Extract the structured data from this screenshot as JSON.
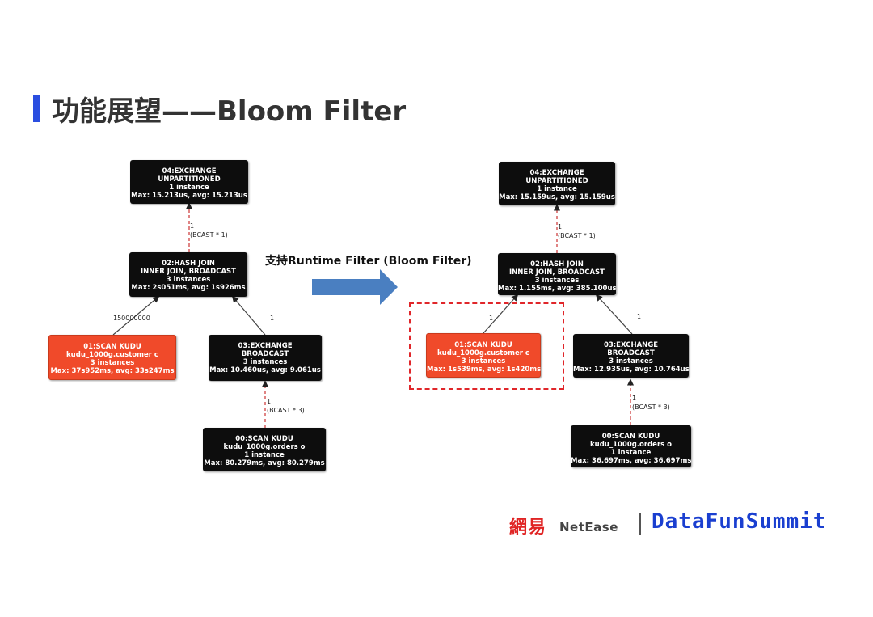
{
  "title": "功能展望——Bloom Filter",
  "caption": "支持Runtime Filter (Bloom Filter)",
  "colors": {
    "accent_bar": "#2b4ee0",
    "scan_node": "#f04a2a",
    "node": "#0d0d0d",
    "arrow": "#4a7fc1",
    "highlight": "#e0262a"
  },
  "left_plan": {
    "exchange_top": [
      "04:EXCHANGE",
      "UNPARTITIONED",
      "1 instance",
      "Max: 15.213us, avg: 15.213us"
    ],
    "edge_top_label": [
      "1",
      "(BCAST * 1)"
    ],
    "hash_join": [
      "02:HASH JOIN",
      "INNER JOIN, BROADCAST",
      "3 instances",
      "Max: 2s051ms, avg: 1s926ms"
    ],
    "edge_left_label": "150000000",
    "edge_right_label": "1",
    "scan_customer": [
      "01:SCAN KUDU",
      "kudu_1000g.customer c",
      "3 instances",
      "Max: 37s952ms, avg: 33s247ms"
    ],
    "exchange_bcast": [
      "03:EXCHANGE",
      "BROADCAST",
      "3 instances",
      "Max: 10.460us, avg: 9.061us"
    ],
    "edge_bottom_label": [
      "1",
      "(BCAST * 3)"
    ],
    "scan_orders": [
      "00:SCAN KUDU",
      "kudu_1000g.orders o",
      "1 instance",
      "Max: 80.279ms, avg: 80.279ms"
    ]
  },
  "right_plan": {
    "exchange_top": [
      "04:EXCHANGE",
      "UNPARTITIONED",
      "1 instance",
      "Max: 15.159us, avg: 15.159us"
    ],
    "edge_top_label": [
      "1",
      "(BCAST * 1)"
    ],
    "hash_join": [
      "02:HASH JOIN",
      "INNER JOIN, BROADCAST",
      "3 instances",
      "Max: 1.155ms, avg: 385.100us"
    ],
    "edge_left_label": "1",
    "edge_right_label": "1",
    "scan_customer": [
      "01:SCAN KUDU",
      "kudu_1000g.customer c",
      "3 instances",
      "Max: 1s539ms, avg: 1s420ms"
    ],
    "exchange_bcast": [
      "03:EXCHANGE",
      "BROADCAST",
      "3 instances",
      "Max: 12.935us, avg: 10.764us"
    ],
    "edge_bottom_label": [
      "1",
      "(BCAST * 3)"
    ],
    "scan_orders": [
      "00:SCAN KUDU",
      "kudu_1000g.orders o",
      "1 instance",
      "Max: 36.697ms, avg: 36.697ms"
    ]
  },
  "footer": {
    "netease_cn": "網易",
    "netease_en": "NetEase",
    "brand": "DataFunSummit"
  }
}
